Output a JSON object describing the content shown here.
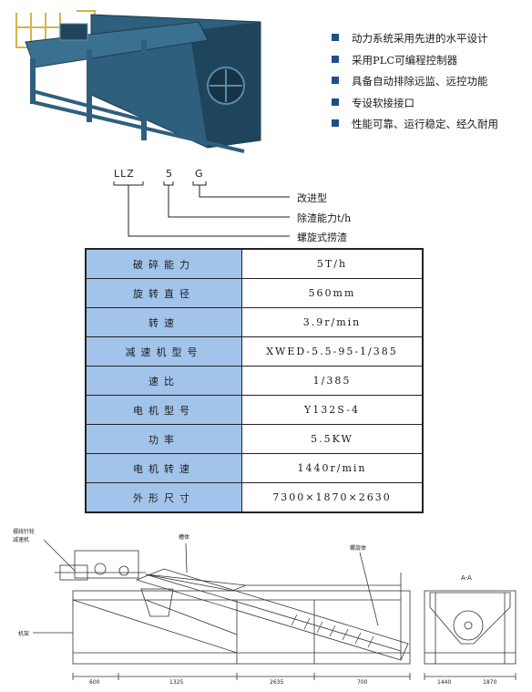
{
  "features": [
    "动力系统采用先进的水平设计",
    "采用PLC可编程控制器",
    "具备自动排除远监、远控功能",
    "专设软接接口",
    "性能可靠、运行稳定、经久耐用"
  ],
  "model_code": {
    "parts": [
      "LLZ",
      "5",
      "G"
    ],
    "descriptions": [
      "改进型",
      "除渣能力t/h",
      "螺旋式捞渣"
    ]
  },
  "specs": [
    {
      "label": "破碎能力",
      "value": "5T/h"
    },
    {
      "label": "旋转直径",
      "value": "560mm"
    },
    {
      "label": "转速",
      "value": "3.9r/min"
    },
    {
      "label": "减速机型号",
      "value": "XWED-5.5-95-1/385"
    },
    {
      "label": "速比",
      "value": "1/385"
    },
    {
      "label": "电机型号",
      "value": "Y132S-4"
    },
    {
      "label": "功率",
      "value": "5.5KW"
    },
    {
      "label": "电机转速",
      "value": "1440r/min"
    },
    {
      "label": "外形尺寸",
      "value": "7300×1870×2630"
    }
  ],
  "drawing": {
    "label_reducer": "摆线针轮\n减速机",
    "label_trough": "槽体",
    "label_screw": "螺旋体",
    "label_frame": "机架",
    "label_section": "A-A",
    "dims_bottom": [
      "600",
      "1325",
      "2635",
      "700",
      "1440",
      "1870"
    ]
  },
  "colors": {
    "table_label_bg": "#a3c4ea",
    "bullet": "#1f4e8c",
    "machine": "#2e5f7d"
  }
}
